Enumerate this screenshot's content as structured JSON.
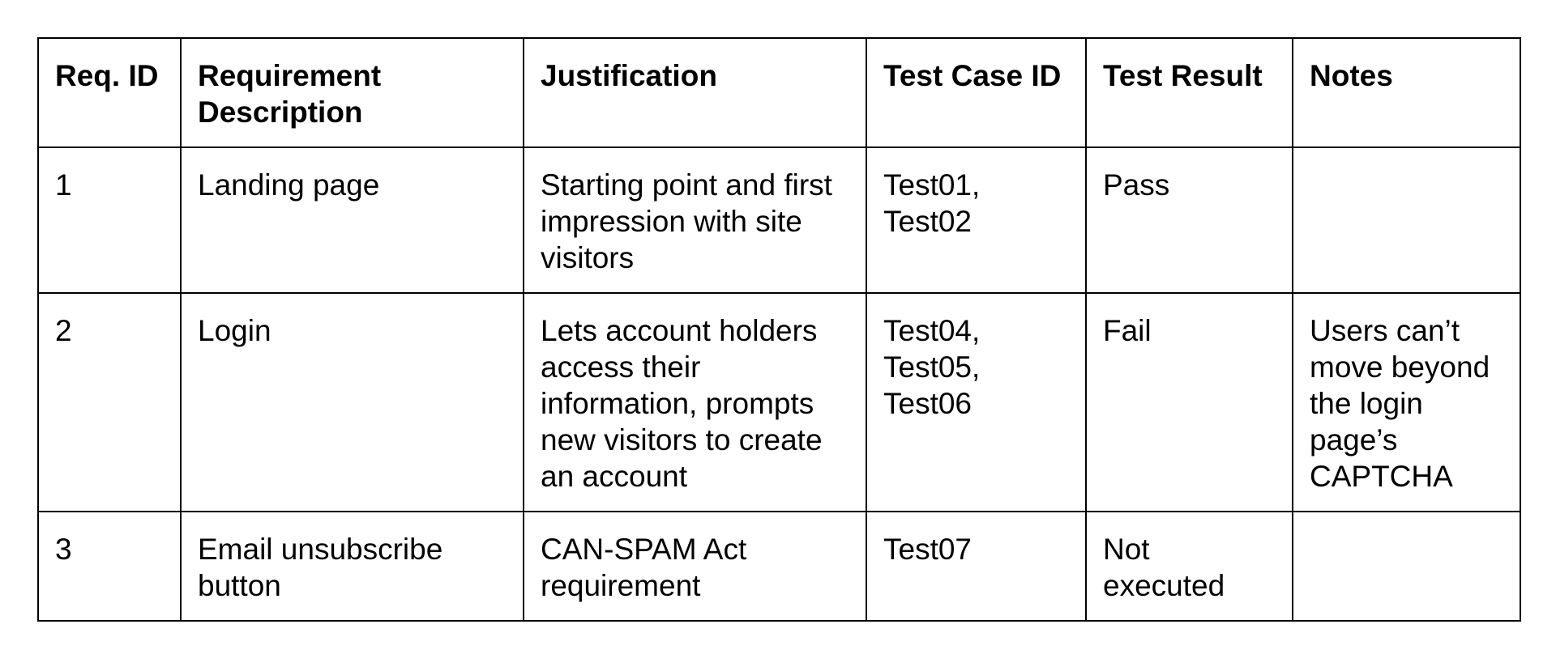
{
  "table": {
    "headers": [
      "Req. ID",
      "Requirement Description",
      "Justification",
      "Test Case ID",
      "Test Result",
      "Notes"
    ],
    "rows": [
      [
        "1",
        "Landing page",
        "Starting point and first impression with site visitors",
        "Test01, Test02",
        "Pass",
        ""
      ],
      [
        "2",
        "Login",
        "Lets account holders access their information, prompts new visitors to create an account",
        "Test04, Test05, Test06",
        "Fail",
        "Users can’t move beyond the login page’s CAPTCHA"
      ],
      [
        "3",
        "Email unsubscribe button",
        "CAN-SPAM Act requirement",
        "Test07",
        "Not executed",
        ""
      ]
    ]
  }
}
